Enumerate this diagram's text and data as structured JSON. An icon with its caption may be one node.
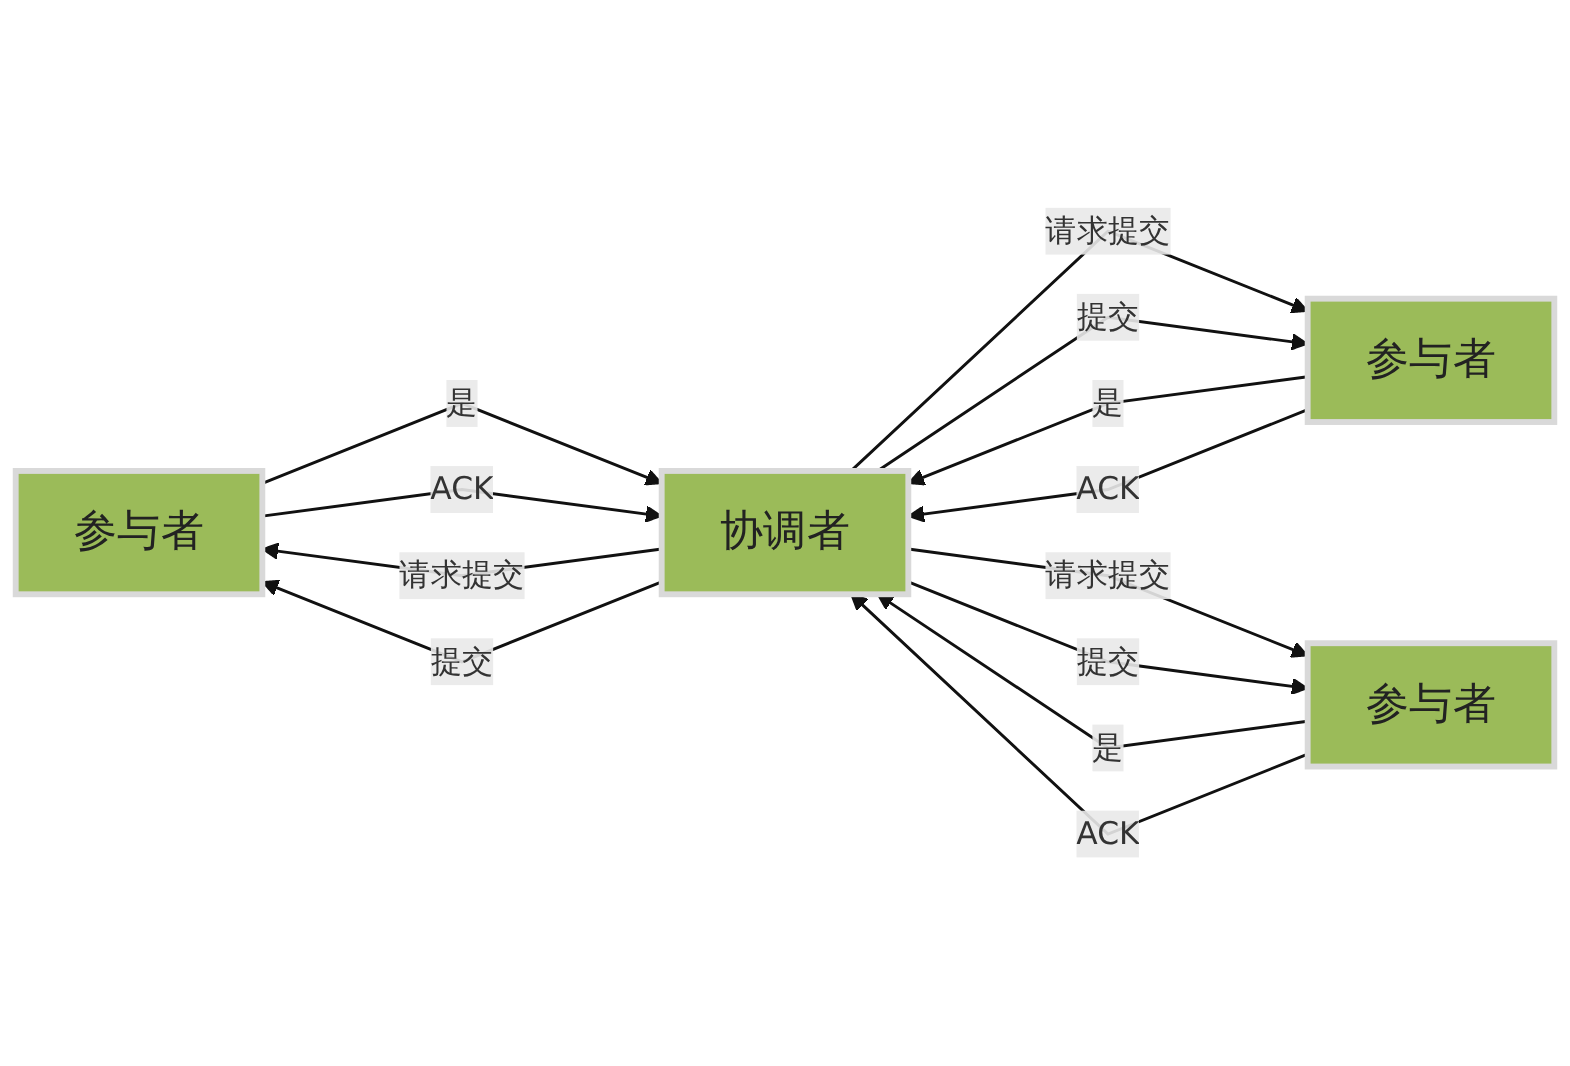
{
  "diagram": {
    "nodes": [
      {
        "text": [
          "参与者"
        ]
      },
      {
        "text": [
          "协调者"
        ]
      },
      {
        "text": [
          "参与者"
        ]
      },
      {
        "text": [
          "参与者"
        ]
      }
    ],
    "edges": [
      {
        "from": 1,
        "to": 0,
        "arrow": "to",
        "label": "请求提交"
      },
      {
        "from": 0,
        "to": 1,
        "arrow": "to",
        "label": "是"
      },
      {
        "from": 1,
        "to": 0,
        "arrow": "to",
        "label": "提交"
      },
      {
        "from": 0,
        "to": 1,
        "arrow": "to",
        "label": "ACK"
      },
      {
        "from": 1,
        "to": 2,
        "arrow": "to",
        "label": "请求提交"
      },
      {
        "from": 2,
        "to": 1,
        "arrow": "to",
        "label": "是"
      },
      {
        "from": 1,
        "to": 2,
        "arrow": "to",
        "label": "提交"
      },
      {
        "from": 2,
        "to": 1,
        "arrow": "to",
        "label": "ACK"
      },
      {
        "from": 1,
        "to": 3,
        "arrow": "to",
        "label": "请求提交"
      },
      {
        "from": 3,
        "to": 1,
        "arrow": "to",
        "label": "是"
      },
      {
        "from": 1,
        "to": 3,
        "arrow": "to",
        "label": "提交"
      },
      {
        "from": 3,
        "to": 1,
        "arrow": "to",
        "label": "ACK"
      }
    ]
  }
}
